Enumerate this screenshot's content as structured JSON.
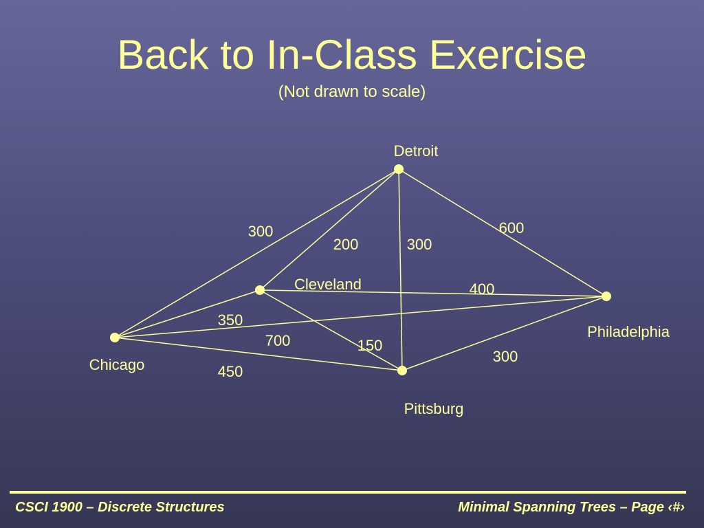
{
  "slide": {
    "title": "Back to In-Class Exercise",
    "subtitle": "(Not drawn to scale)"
  },
  "graph": {
    "nodes": [
      {
        "id": "detroit",
        "label": "Detroit"
      },
      {
        "id": "cleveland",
        "label": "Cleveland"
      },
      {
        "id": "chicago",
        "label": "Chicago"
      },
      {
        "id": "philadelphia",
        "label": "Philadelphia"
      },
      {
        "id": "pittsburg",
        "label": "Pittsburg"
      }
    ],
    "edges": [
      {
        "from": "chicago",
        "to": "detroit",
        "weight": "300"
      },
      {
        "from": "cleveland",
        "to": "detroit",
        "weight": "200"
      },
      {
        "from": "pittsburg",
        "to": "detroit",
        "weight": "300"
      },
      {
        "from": "detroit",
        "to": "philadelphia",
        "weight": "600"
      },
      {
        "from": "cleveland",
        "to": "philadelphia",
        "weight": "400"
      },
      {
        "from": "chicago",
        "to": "cleveland",
        "weight": "350"
      },
      {
        "from": "chicago",
        "to": "philadelphia",
        "weight": "700"
      },
      {
        "from": "cleveland",
        "to": "pittsburg",
        "weight": "150"
      },
      {
        "from": "chicago",
        "to": "pittsburg",
        "weight": "450"
      },
      {
        "from": "pittsburg",
        "to": "philadelphia",
        "weight": "300"
      }
    ]
  },
  "footer": {
    "left": "CSCI 1900 – Discrete Structures",
    "right": "Minimal Spanning Trees – Page ‹#›"
  },
  "colors": {
    "background_top": "#666699",
    "background_bottom": "#363654",
    "foreground": "#ffff99"
  }
}
